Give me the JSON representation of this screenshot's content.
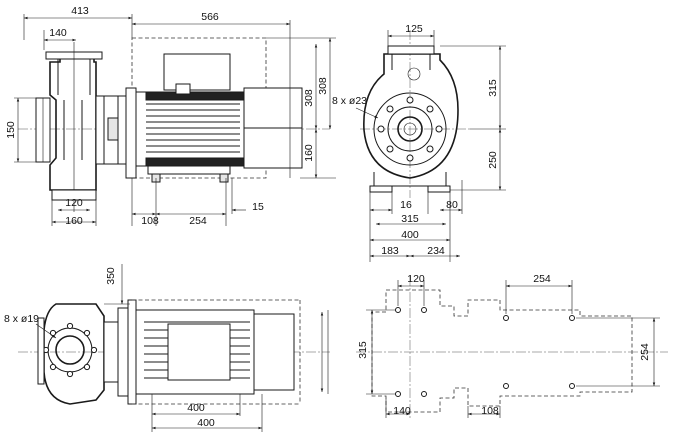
{
  "dimensions": {
    "front_overall": "413",
    "front_suction": "140",
    "front_motor_length": "566",
    "front_height_upper": "308",
    "front_height_lower": "160",
    "front_height_suction": "150",
    "front_base_120": "120",
    "front_base_160": "160",
    "front_base_108": "108",
    "front_base_254": "254",
    "front_base_15": "15",
    "side_top": "125",
    "side_hole_label": "8 x ø23",
    "side_height_upper": "315",
    "side_height_lower": "250",
    "side_base_16": "16",
    "side_base_80": "80",
    "side_base_315": "315",
    "side_base_400": "400",
    "side_base_183": "183",
    "side_base_234": "234",
    "bottom_flange_label": "8 x ø19",
    "bottom_vertical": "350",
    "bottom_400_a": "400",
    "bottom_400_b": "400",
    "plan_120": "120",
    "plan_254": "254",
    "plan_315": "315",
    "plan_254_right": "254",
    "plan_140": "140",
    "plan_108": "108"
  }
}
